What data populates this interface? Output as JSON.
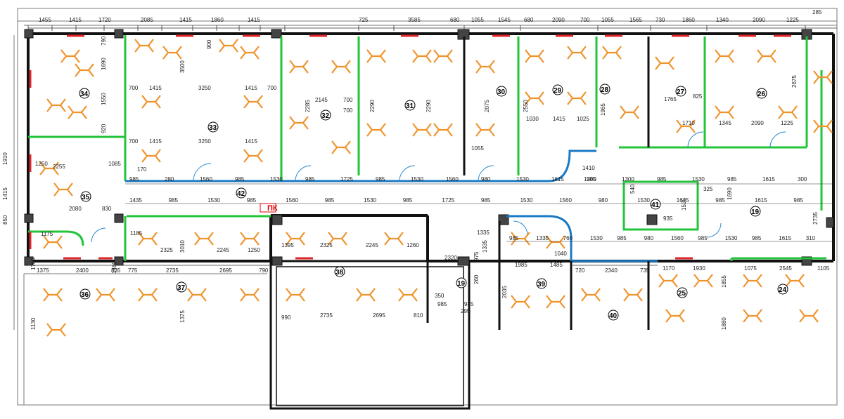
{
  "colors": {
    "wall": "#111111",
    "partition_green": "#22c43a",
    "partition_blue": "#1a7ac4",
    "fixture": "#f0932b",
    "heater": "#e0242a",
    "dimension": "#333333",
    "grid": "#7a7a7a",
    "door": "#2a8ad0",
    "column": "#333333"
  },
  "top_dimensions": [
    "1455",
    "1415",
    "1720",
    "2085",
    "1415",
    "1860",
    "1415",
    "725",
    "3585",
    "680",
    "1055",
    "1545",
    "680",
    "2090",
    "700",
    "1055",
    "1565",
    "730",
    "1860",
    "1340",
    "2090",
    "1225",
    "285"
  ],
  "bottom_dimensions": [
    "1375",
    "2400",
    "835",
    "775",
    "2735",
    "2695",
    "790",
    "720",
    "2340",
    "735"
  ],
  "left_dimensions": [
    "1910",
    "1415",
    "850"
  ],
  "room_numbers": [
    "34",
    "33",
    "32",
    "31",
    "30",
    "29",
    "28",
    "27",
    "26",
    "35",
    "42",
    "41",
    "19",
    "36",
    "37",
    "38",
    "39",
    "40",
    "25",
    "24",
    "19"
  ],
  "inner_dimensions": [
    {
      "id": "d1",
      "text": "1690"
    },
    {
      "id": "d2",
      "text": "1550"
    },
    {
      "id": "d3",
      "text": "920"
    },
    {
      "id": "d4",
      "text": "790"
    },
    {
      "id": "d5",
      "text": "3500"
    },
    {
      "id": "d6",
      "text": "900"
    },
    {
      "id": "d7",
      "text": "700"
    },
    {
      "id": "d8",
      "text": "1415"
    },
    {
      "id": "d9",
      "text": "3250"
    },
    {
      "id": "d10",
      "text": "1415"
    },
    {
      "id": "d11",
      "text": "700"
    },
    {
      "id": "d12",
      "text": "1415"
    },
    {
      "id": "d13",
      "text": "3250"
    },
    {
      "id": "d14",
      "text": "1415"
    },
    {
      "id": "d15",
      "text": "700"
    },
    {
      "id": "d16",
      "text": "170"
    },
    {
      "id": "d17",
      "text": "2145"
    },
    {
      "id": "d18",
      "text": "700"
    },
    {
      "id": "d19",
      "text": "700"
    },
    {
      "id": "d20",
      "text": "2285"
    },
    {
      "id": "d21",
      "text": "2290"
    },
    {
      "id": "d22",
      "text": "2290"
    },
    {
      "id": "d23",
      "text": "2075"
    },
    {
      "id": "d24",
      "text": "1055"
    },
    {
      "id": "d25",
      "text": "2550"
    },
    {
      "id": "d26",
      "text": "1030"
    },
    {
      "id": "d27",
      "text": "1415"
    },
    {
      "id": "d28",
      "text": "1025"
    },
    {
      "id": "d29",
      "text": "1965"
    },
    {
      "id": "d30",
      "text": "1765"
    },
    {
      "id": "d31",
      "text": "825"
    },
    {
      "id": "d32",
      "text": "1710"
    },
    {
      "id": "d33",
      "text": "1345"
    },
    {
      "id": "d34",
      "text": "2090"
    },
    {
      "id": "d35",
      "text": "1225"
    },
    {
      "id": "d36",
      "text": "2675"
    },
    {
      "id": "d37",
      "text": "2255"
    },
    {
      "id": "d38",
      "text": "1250"
    },
    {
      "id": "d39",
      "text": "1085"
    },
    {
      "id": "d40",
      "text": "2080"
    },
    {
      "id": "d41",
      "text": "830"
    },
    {
      "id": "d42",
      "text": "1175"
    },
    {
      "id": "d43",
      "text": "1765"
    },
    {
      "id": "d44",
      "text": "1130"
    },
    {
      "id": "d45",
      "text": "1480"
    },
    {
      "id": "d46",
      "text": "1185"
    },
    {
      "id": "d47",
      "text": "2325"
    },
    {
      "id": "d48",
      "text": "3010"
    },
    {
      "id": "d49",
      "text": "2245"
    },
    {
      "id": "d50",
      "text": "1250"
    },
    {
      "id": "d51",
      "text": "1375"
    },
    {
      "id": "d52",
      "text": "1395"
    },
    {
      "id": "d53",
      "text": "2325"
    },
    {
      "id": "d54",
      "text": "2245"
    },
    {
      "id": "d55",
      "text": "1260"
    },
    {
      "id": "d56",
      "text": "2735"
    },
    {
      "id": "d57",
      "text": "2695"
    },
    {
      "id": "d58",
      "text": "990"
    },
    {
      "id": "d59",
      "text": "810"
    },
    {
      "id": "d60",
      "text": "2320"
    },
    {
      "id": "d61",
      "text": "1985"
    },
    {
      "id": "d62",
      "text": "1485"
    },
    {
      "id": "d63",
      "text": "2035"
    },
    {
      "id": "d64",
      "text": "1040"
    },
    {
      "id": "d65",
      "text": "1930"
    },
    {
      "id": "d66",
      "text": "2545"
    },
    {
      "id": "d67",
      "text": "1105"
    },
    {
      "id": "d68",
      "text": "1075"
    },
    {
      "id": "d69",
      "text": "1170"
    },
    {
      "id": "d70",
      "text": "1880"
    },
    {
      "id": "d71",
      "text": "1855"
    },
    {
      "id": "d72",
      "text": "540"
    },
    {
      "id": "d73",
      "text": "1525"
    },
    {
      "id": "d74",
      "text": "935"
    },
    {
      "id": "d75",
      "text": "325"
    },
    {
      "id": "d76",
      "text": "1690"
    },
    {
      "id": "d77",
      "text": "1410"
    },
    {
      "id": "d78",
      "text": "1300"
    },
    {
      "id": "d79",
      "text": "1335"
    },
    {
      "id": "d80",
      "text": "2735"
    }
  ],
  "corridor_dimensions_row1": [
    "985",
    "280",
    "1560",
    "985",
    "1530",
    "985",
    "1725",
    "985",
    "1530",
    "1560",
    "980",
    "1530",
    "1615",
    "985",
    "1300",
    "985",
    "1530",
    "985",
    "1615",
    "300"
  ],
  "corridor_dimensions_row2": [
    "1435",
    "985",
    "1530",
    "985",
    "1560",
    "985",
    "1530",
    "985",
    "1725",
    "985",
    "1530",
    "1560",
    "980",
    "1530",
    "1615",
    "985",
    "1615",
    "985"
  ],
  "corridor_dimensions_row3": [
    "985",
    "1335",
    "760",
    "1530",
    "985",
    "980",
    "1560",
    "985",
    "1530",
    "985",
    "1615",
    "310"
  ],
  "stair_dimensions": [
    "350",
    "985",
    "985",
    "295",
    "975",
    "1335",
    "260"
  ],
  "marker": "ПК"
}
